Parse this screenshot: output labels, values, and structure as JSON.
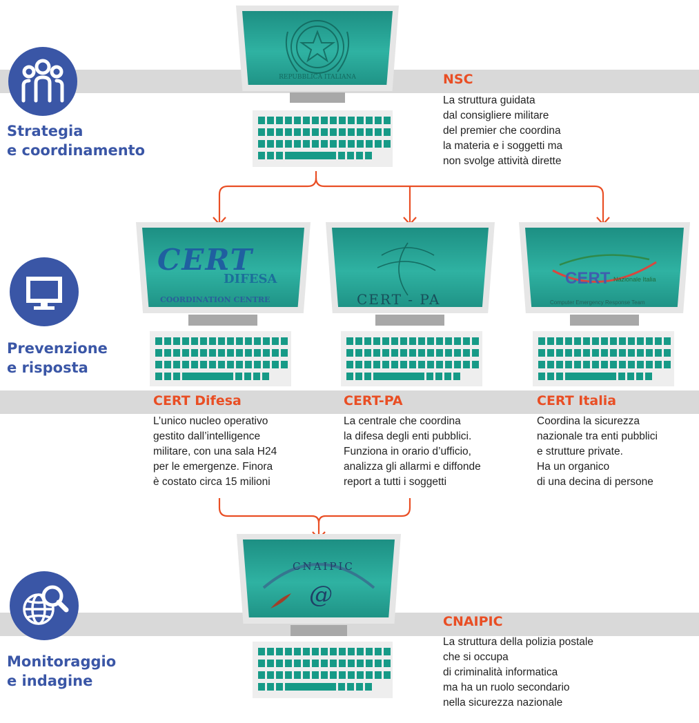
{
  "sections": [
    {
      "id": "strategy",
      "label_lines": [
        "Strategia",
        "e coordinamento"
      ],
      "icon": "people-icon"
    },
    {
      "id": "prevention",
      "label_lines": [
        "Prevenzione",
        "e risposta"
      ],
      "icon": "monitor-icon"
    },
    {
      "id": "monitoring",
      "label_lines": [
        "Monitoraggio",
        "e indagine"
      ],
      "icon": "globe-search-icon"
    }
  ],
  "nsc": {
    "title": "NSC",
    "desc_lines": [
      "La struttura guidata",
      "dal consigliere militare",
      "del premier che coordina",
      "la materia e i soggetti ma",
      "non svolge attività dirette"
    ],
    "screen_logo": "emblem-repubblica-italiana",
    "screen_text": "REPUBBLICA ITALIANA"
  },
  "cert_difesa": {
    "title": "CERT Difesa",
    "desc_lines": [
      "L’unico nucleo operativo",
      "gestito dall’intelligence",
      "militare, con una sala H24",
      "per le emergenze. Finora",
      "è costato circa 15 milioni"
    ],
    "screen_logo_main": "CERT",
    "screen_logo_sub": "DIFESA",
    "screen_logo_footer": "COORDINATION CENTRE"
  },
  "cert_pa": {
    "title": "CERT-PA",
    "desc_lines": [
      "La centrale che coordina",
      "la difesa degli enti pubblici.",
      "Funziona in orario d’ufficio,",
      "analizza gli allarmi e diffonde",
      "report a tutti i soggetti"
    ],
    "screen_logo": "CERT - PA"
  },
  "cert_italia": {
    "title": "CERT Italia",
    "desc_lines": [
      "Coordina la sicurezza",
      "nazionale tra enti pubblici",
      "e strutture private.",
      "Ha un organico",
      "di una decina di persone"
    ],
    "screen_logo_main": "CERT",
    "screen_logo_side": "Nazionale Italia",
    "screen_logo_footer": "Computer Emergency Response Team"
  },
  "cnaipic": {
    "title": "CNAIPIC",
    "desc_lines": [
      "La struttura della polizia postale",
      "che si occupa",
      "di criminalità informatica",
      "ma ha un ruolo secondario",
      "nella sicurezza nazionale"
    ],
    "screen_logo": "CNAIPIC",
    "screen_logo_symbol": "@"
  },
  "colors": {
    "accent_blue": "#3a56a6",
    "accent_red": "#e94e24",
    "screen_teal": "#2fb2a2",
    "key_teal": "#169a87",
    "band_gray": "#d9d9d9"
  }
}
